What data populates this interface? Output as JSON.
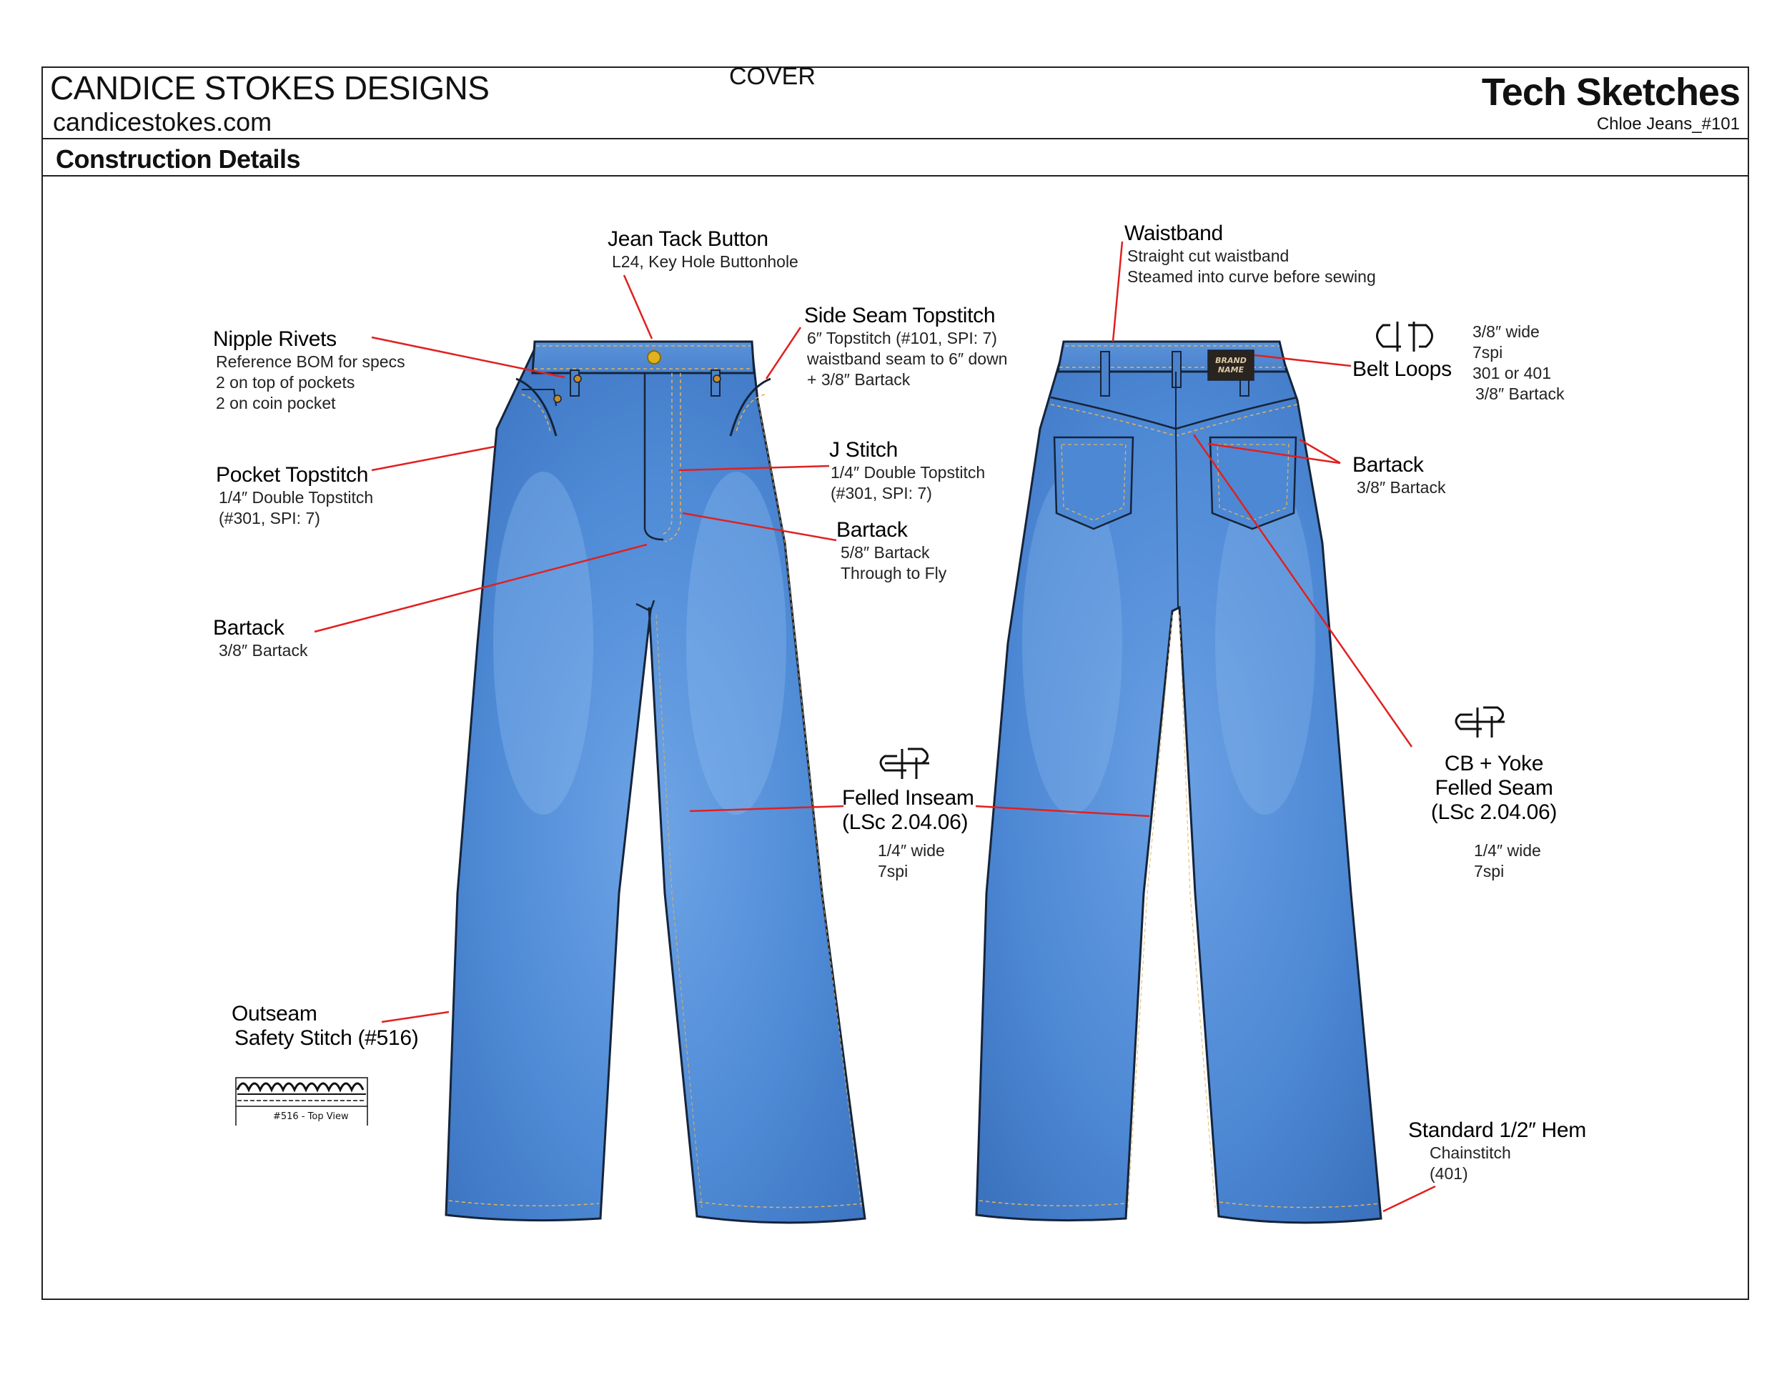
{
  "header": {
    "brand": "CANDICE STOKES DESIGNS",
    "website": "candicestokes.com",
    "page_label": "COVER",
    "doc_title": "Tech Sketches",
    "style_name": "Chloe Jeans_#101"
  },
  "section_title": "Construction Details",
  "colors": {
    "denim": "#4a86d0",
    "denim_light": "#7fb0e8",
    "callout_line": "#e02020",
    "outline": "#15243a",
    "button": "#e0b31c"
  },
  "annotations": {
    "jean_tack_button": {
      "title": "Jean Tack Button",
      "lines": [
        "L24, Key Hole Buttonhole"
      ]
    },
    "nipple_rivets": {
      "title": "Nipple Rivets",
      "lines": [
        "Reference BOM for specs",
        "2 on top of pockets",
        "2 on coin pocket"
      ]
    },
    "side_seam_topstitch": {
      "title": "Side Seam Topstitch",
      "lines": [
        "6″ Topstitch (#101, SPI: 7)",
        "waistband seam to 6″ down",
        "+ 3/8″ Bartack"
      ]
    },
    "pocket_topstitch": {
      "title": "Pocket Topstitch",
      "lines": [
        "1/4″ Double Topstitch",
        "(#301, SPI: 7)"
      ]
    },
    "j_stitch": {
      "title": "J Stitch",
      "lines": [
        "1/4″ Double Topstitch",
        "(#301, SPI: 7)"
      ]
    },
    "bartack_fly": {
      "title": "Bartack",
      "lines": [
        "5/8″ Bartack",
        "Through to Fly"
      ]
    },
    "bartack_front": {
      "title": "Bartack",
      "lines": [
        "3/8″ Bartack"
      ]
    },
    "felled_inseam": {
      "title_lines": [
        "Felled Inseam",
        "(LSc 2.04.06)"
      ],
      "lines": [
        "1/4″ wide",
        "7spi"
      ]
    },
    "outseam": {
      "title": "Outseam",
      "lines": [
        "Safety Stitch (#516)"
      ],
      "diagram_caption": "#516 - Top View"
    },
    "waistband": {
      "title": "Waistband",
      "lines": [
        "Straight cut waistband",
        "Steamed into curve before sewing"
      ]
    },
    "belt_loops": {
      "title": "Belt Loops",
      "lines": [
        "3/8″ wide",
        "7spi",
        "301 or 401",
        "3/8″ Bartack"
      ]
    },
    "bartack_back": {
      "title": "Bartack",
      "lines": [
        "3/8″ Bartack"
      ]
    },
    "cb_yoke": {
      "title_lines": [
        "CB + Yoke",
        "Felled Seam",
        "(LSc 2.04.06)"
      ],
      "lines": [
        "1/4″ wide",
        "7spi"
      ]
    },
    "hem": {
      "title": "Standard 1/2″ Hem",
      "lines": [
        "Chainstitch",
        "(401)"
      ]
    }
  },
  "label_patch": {
    "text_top": "BRAND",
    "text_bottom": "NAME"
  }
}
